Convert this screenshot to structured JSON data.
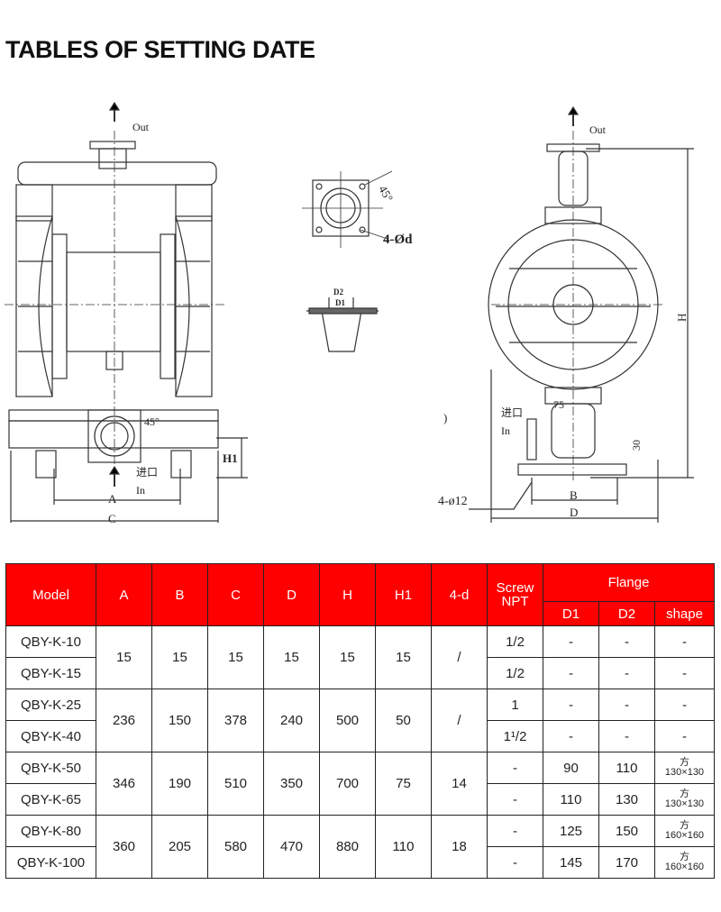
{
  "title": "TABLES OF SETTING DATE",
  "drawing": {
    "out_left": "Out",
    "out_right": "Out",
    "angle": "45°",
    "bolt_label": "4-Ød",
    "d2": "D2",
    "d1": "D1",
    "h": "H",
    "h1": "H1",
    "a": "A",
    "c": "C",
    "b": "B",
    "d": "D",
    "inlet_cn": "进口",
    "inlet_en": "In",
    "dim_75": "75",
    "dim_30": "30",
    "bolt_holes": "4-ø12",
    "stray_mark": ")"
  },
  "table": {
    "headers": [
      "Model",
      "A",
      "B",
      "C",
      "D",
      "H",
      "H1",
      "4-d",
      "Screw NPT"
    ],
    "flange_header": "Flange",
    "flange_sub": [
      "D1",
      "D2",
      "shape"
    ],
    "groups": [
      {
        "A": "15",
        "B": "15",
        "C": "15",
        "D": "15",
        "H": "15",
        "H1": "15",
        "d4": "/",
        "rows": [
          {
            "model": "QBY-K-10",
            "npt": "1/2",
            "d1": "-",
            "d2": "-",
            "shape": "-",
            "shape_size": ""
          },
          {
            "model": "QBY-K-15",
            "npt": "1/2",
            "d1": "-",
            "d2": "-",
            "shape": "-",
            "shape_size": ""
          }
        ]
      },
      {
        "A": "236",
        "B": "150",
        "C": "378",
        "D": "240",
        "H": "500",
        "H1": "50",
        "d4": "/",
        "rows": [
          {
            "model": "QBY-K-25",
            "npt": "1",
            "d1": "-",
            "d2": "-",
            "shape": "-",
            "shape_size": ""
          },
          {
            "model": "QBY-K-40",
            "npt": "1¹/2",
            "d1": "-",
            "d2": "-",
            "shape": "-",
            "shape_size": ""
          }
        ]
      },
      {
        "A": "346",
        "B": "190",
        "C": "510",
        "D": "350",
        "H": "700",
        "H1": "75",
        "d4": "14",
        "rows": [
          {
            "model": "QBY-K-50",
            "npt": "-",
            "d1": "90",
            "d2": "110",
            "shape": "方",
            "shape_size": "130×130"
          },
          {
            "model": "QBY-K-65",
            "npt": "-",
            "d1": "110",
            "d2": "130",
            "shape": "方",
            "shape_size": "130×130"
          }
        ]
      },
      {
        "A": "360",
        "B": "205",
        "C": "580",
        "D": "470",
        "H": "880",
        "H1": "110",
        "d4": "18",
        "rows": [
          {
            "model": "QBY-K-80",
            "npt": "-",
            "d1": "125",
            "d2": "150",
            "shape": "方",
            "shape_size": "160×160"
          },
          {
            "model": "QBY-K-100",
            "npt": "-",
            "d1": "145",
            "d2": "170",
            "shape": "方",
            "shape_size": "160×160"
          }
        ]
      }
    ]
  }
}
